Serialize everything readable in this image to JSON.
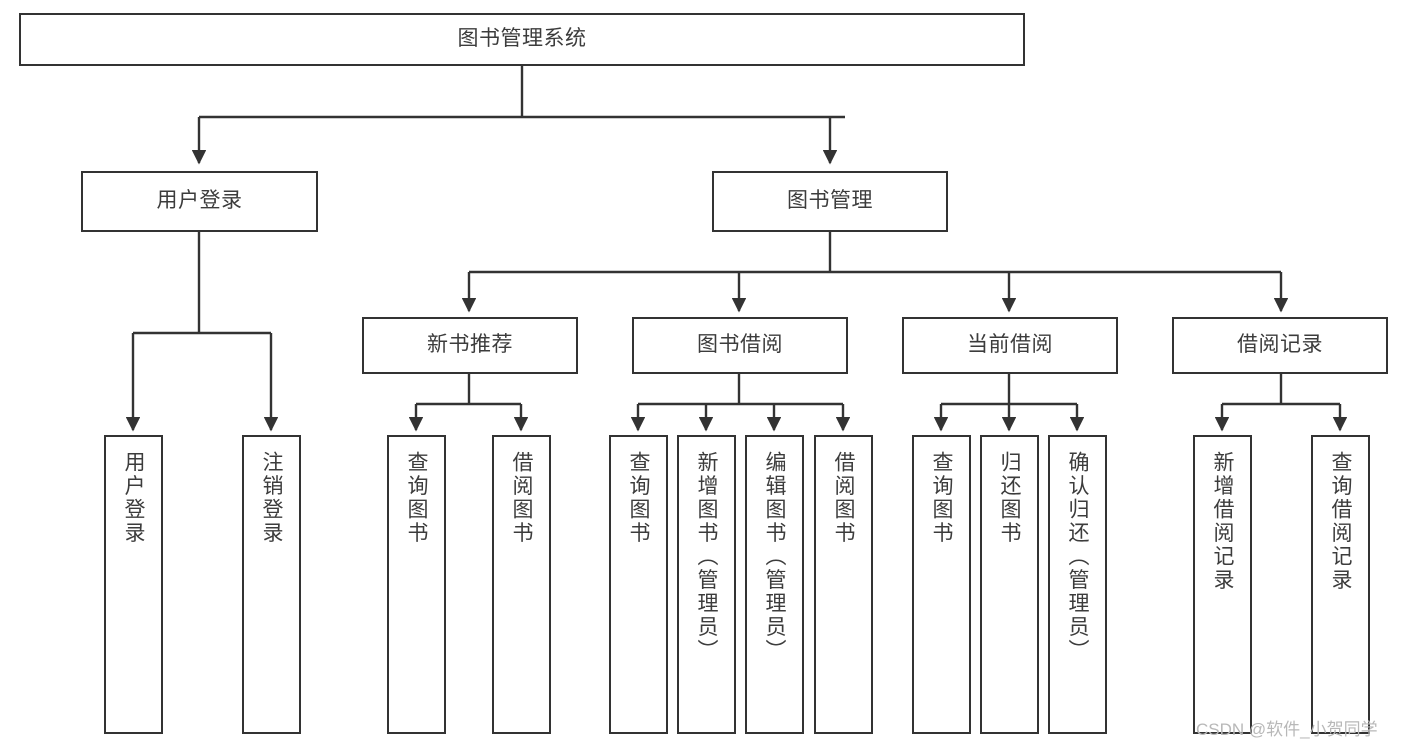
{
  "diagram": {
    "title": "图书管理系统",
    "type": "tree-hierarchy-diagram",
    "root": {
      "label": "图书管理系统"
    },
    "level2": [
      {
        "label": "用户登录"
      },
      {
        "label": "图书管理"
      }
    ],
    "level3": [
      {
        "label": "新书推荐"
      },
      {
        "label": "图书借阅"
      },
      {
        "label": "当前借阅"
      },
      {
        "label": "借阅记录"
      }
    ],
    "leaves": {
      "user_login": [
        {
          "label": "用户登录"
        },
        {
          "label": "注销登录"
        }
      ],
      "new_book_recommend": [
        {
          "label": "查询图书"
        },
        {
          "label": "借阅图书"
        }
      ],
      "book_borrow": [
        {
          "label": "查询图书"
        },
        {
          "label": "新增图书（管理员）"
        },
        {
          "label": "编辑图书（管理员）"
        },
        {
          "label": "借阅图书"
        }
      ],
      "current_borrow": [
        {
          "label": "查询图书"
        },
        {
          "label": "归还图书"
        },
        {
          "label": "确认归还（管理员）"
        }
      ],
      "borrow_record": [
        {
          "label": "新增借阅记录"
        },
        {
          "label": "查询借阅记录"
        }
      ]
    }
  },
  "watermark": {
    "text": "CSDN @软件_小贺同学"
  },
  "colors": {
    "stroke": "#333333",
    "text": "#3c3c3c",
    "background": "#ffffff",
    "watermark": "#b8b8b8"
  }
}
